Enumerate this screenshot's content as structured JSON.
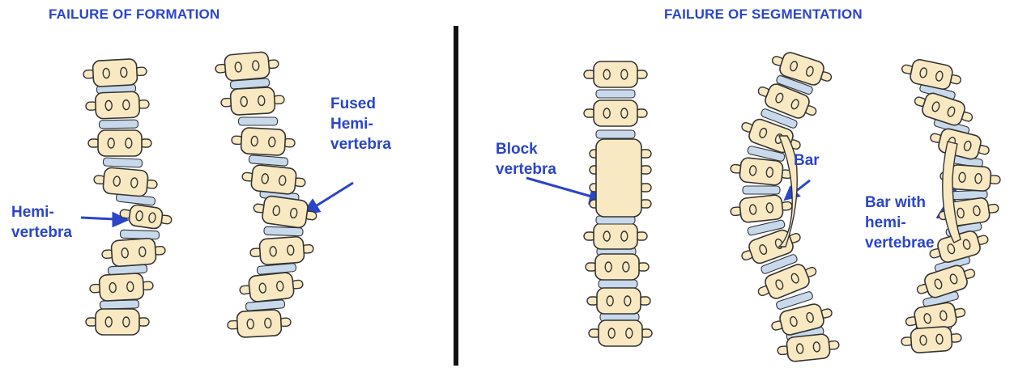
{
  "sections": [
    {
      "title": "FAILURE OF FORMATION"
    },
    {
      "title": "FAILURE OF SEGMENTATION"
    }
  ],
  "labels": {
    "hemi_vertebra": "Hemi-\nvertebra",
    "fused_hemi_vertebra": "Fused\nHemi-\nvertebra",
    "block_vertebra": "Block\nvertebra",
    "bar": "Bar",
    "bar_with_hemi_vertebrae": "Bar with\nhemi-\nvertebrae"
  },
  "colors": {
    "bone_fill": "#f8e9c2",
    "bone_outline": "#333333",
    "disc_fill": "#c8d9ec",
    "annotation": "#2a45c9",
    "divider": "#111111"
  },
  "figures": [
    {
      "name": "normal-with-hemivertebra",
      "section": "formation"
    },
    {
      "name": "fused-hemivertebra",
      "section": "formation"
    },
    {
      "name": "block-vertebra",
      "section": "segmentation"
    },
    {
      "name": "unilateral-bar",
      "section": "segmentation"
    },
    {
      "name": "bar-with-hemivertebrae",
      "section": "segmentation"
    }
  ]
}
